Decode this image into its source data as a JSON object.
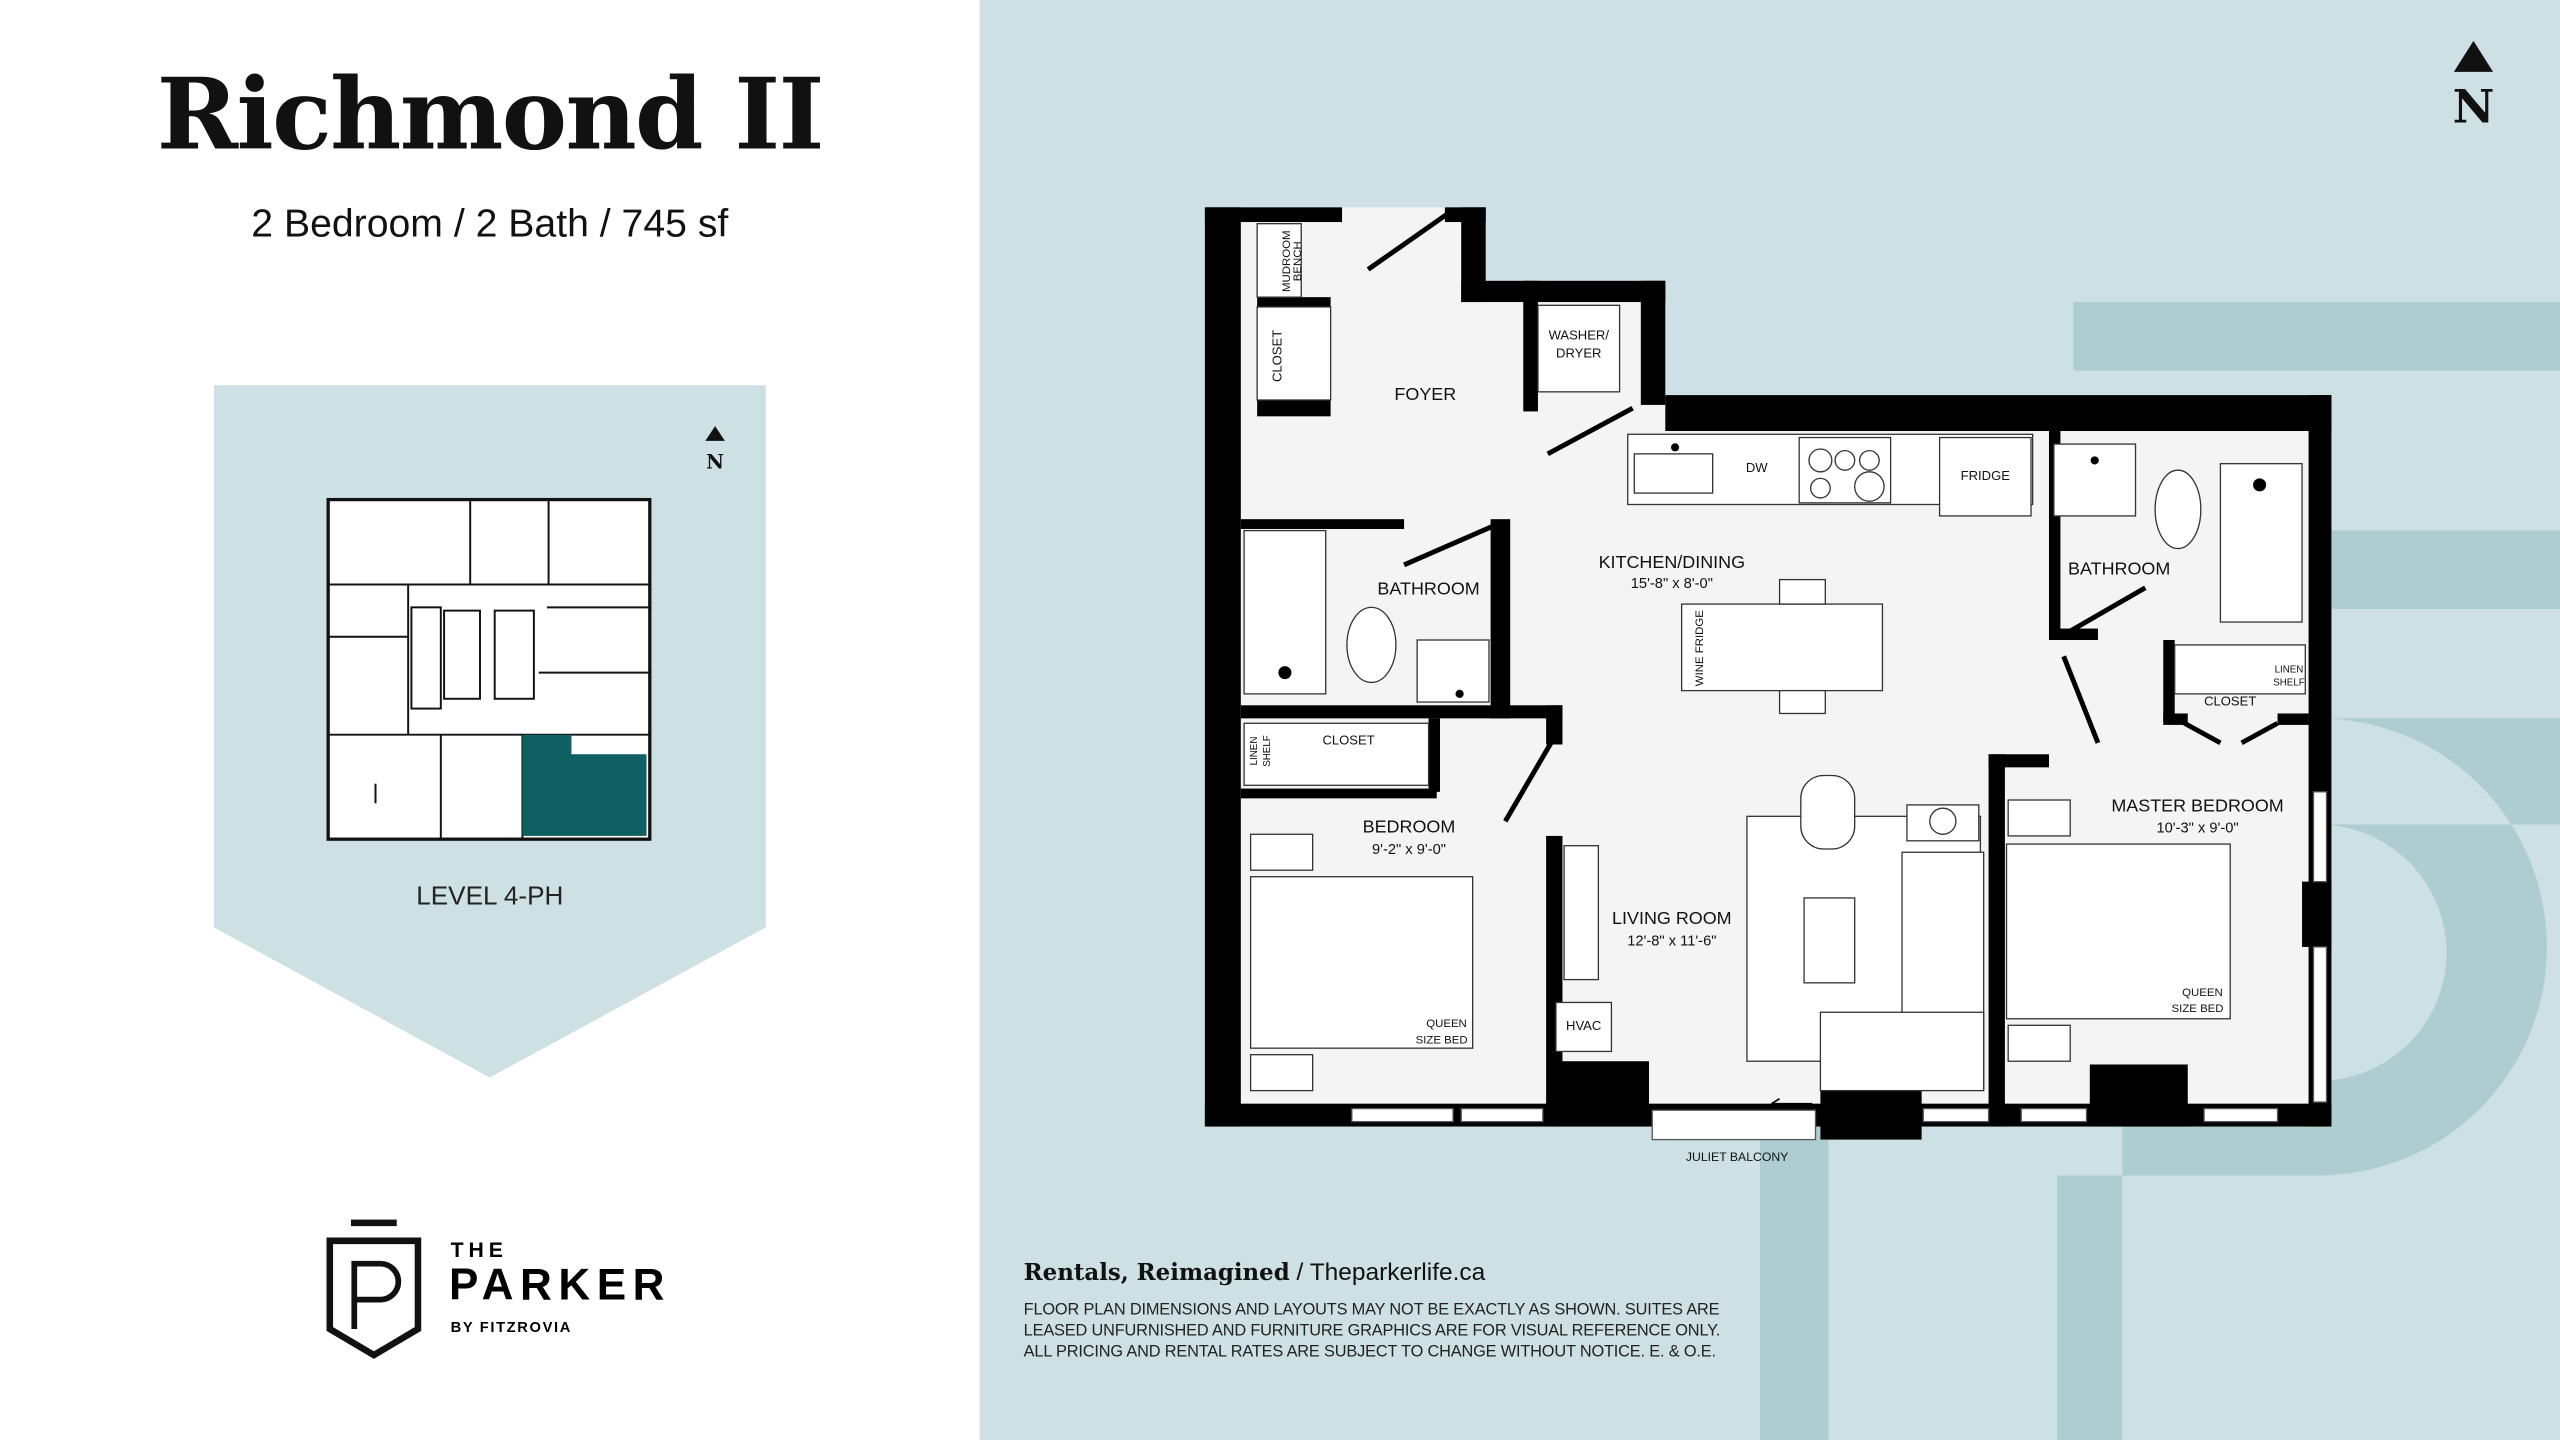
{
  "title": "Richmond II",
  "subtitle": "2 Bedroom / 2 Bath / 745 sf",
  "key_plan": {
    "level": "LEVEL 4-PH",
    "north": "N"
  },
  "north_label": "N",
  "logo": {
    "the": "THE",
    "name": "PARKER",
    "by": "BY FITZROVIA",
    "monogram": "P"
  },
  "plan": {
    "mudroom_bench": [
      "MUDROOM",
      "BENCH"
    ],
    "foyer_closet": "CLOSET",
    "foyer": "FOYER",
    "washer_dryer": [
      "WASHER/",
      "DRYER"
    ],
    "dw": "DW",
    "fridge": "FRIDGE",
    "kitchen_dining": {
      "name": "KITCHEN/DINING",
      "dims": "15'-8\" x 8'-0\""
    },
    "wine_fridge": "WINE FRIDGE",
    "bathroom_1": "BATHROOM",
    "bathroom_2": "BATHROOM",
    "master_closet": "CLOSET",
    "master_linen": [
      "LINEN",
      "SHELF"
    ],
    "bed_closet": "CLOSET",
    "bed_linen": [
      "LINEN",
      "SHELF"
    ],
    "bedroom": {
      "name": "BEDROOM",
      "dims": "9'-2\" x 9'-0\""
    },
    "living_room": {
      "name": "LIVING ROOM",
      "dims": "12'-8\" x 11'-6\""
    },
    "master_bedroom": {
      "name": "MASTER BEDROOM",
      "dims": "10'-3\" x 9'-0\""
    },
    "hvac": "HVAC",
    "queen_bed_1": [
      "QUEEN",
      "SIZE BED"
    ],
    "queen_bed_2": [
      "QUEEN",
      "SIZE BED"
    ],
    "juliet_balcony": "JULIET BALCONY"
  },
  "footer": {
    "tagline": "Rentals, Reimagined",
    "separator": "/",
    "url": "Theparkerlife.ca",
    "disclaimer": [
      "FLOOR PLAN DIMENSIONS AND LAYOUTS MAY NOT BE EXACTLY AS SHOWN. SUITES ARE",
      "LEASED UNFURNISHED AND FURNITURE GRAPHICS ARE FOR VISUAL REFERENCE ONLY.",
      "ALL PRICING AND RENTAL RATES ARE SUBJECT TO CHANGE WITHOUT NOTICE. E. & O.E."
    ]
  },
  "colors": {
    "panel": "#cde0e3",
    "accent_shape": "#aecdd0",
    "highlight_unit": "#0f5f63",
    "floor": "#f4f4f4",
    "wall": "#000000"
  }
}
